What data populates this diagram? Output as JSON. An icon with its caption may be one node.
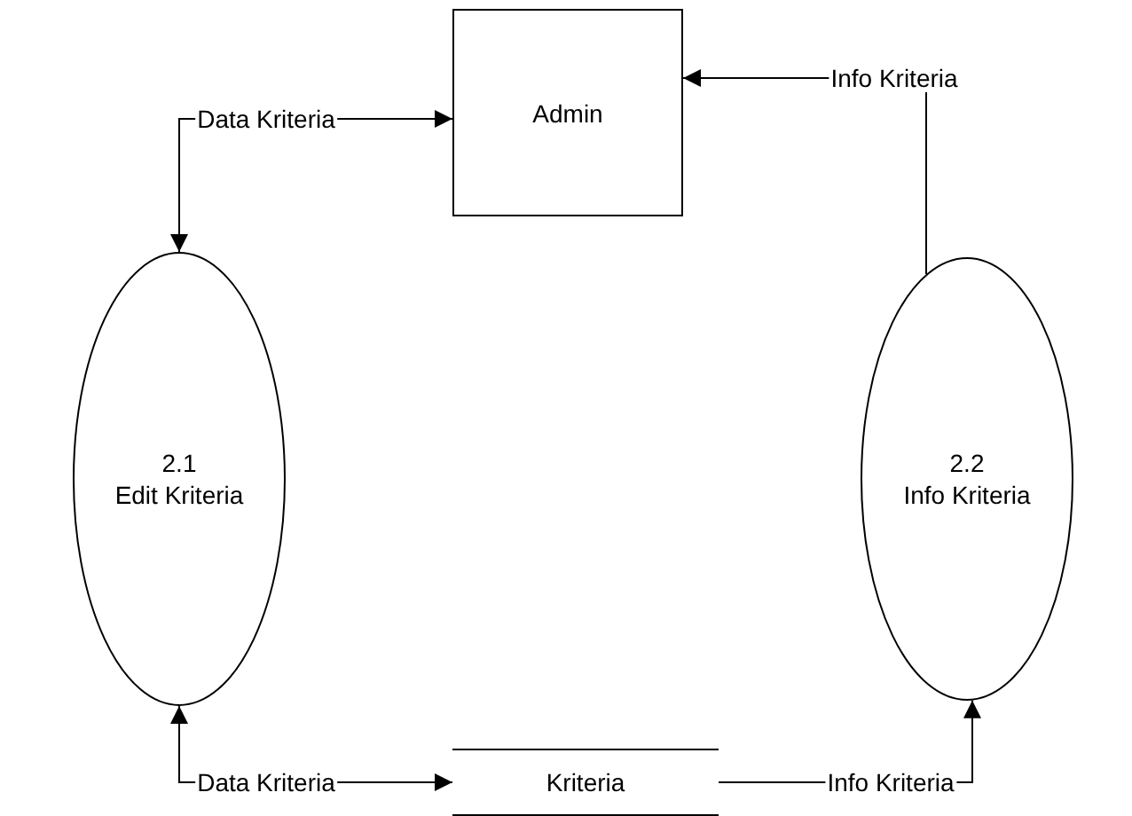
{
  "diagram": {
    "nodes": [
      {
        "text": [
          "Admin"
        ]
      },
      {
        "text": [
          "2.1",
          "Edit Kriteria"
        ]
      },
      {
        "text": [
          "2.2",
          "Info Kriteria"
        ]
      },
      {
        "text": [
          "Kriteria"
        ]
      }
    ],
    "edges": [
      {
        "from": 0,
        "to": 1,
        "arrow": "both",
        "label": "Data Kriteria"
      },
      {
        "from": 2,
        "to": 0,
        "arrow": "to",
        "label": "Info Kriteria"
      },
      {
        "from": 3,
        "to": 1,
        "arrow": "both",
        "label": "Data Kriteria"
      },
      {
        "from": 3,
        "to": 2,
        "arrow": "to",
        "label": "Info Kriteria"
      }
    ]
  }
}
